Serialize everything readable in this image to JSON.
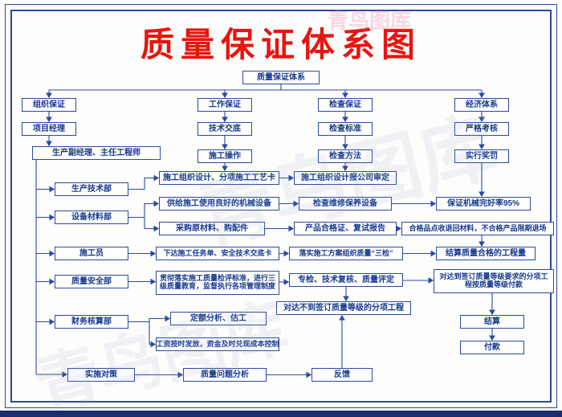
{
  "page": {
    "title": "质量保证体系图",
    "watermark": "青鸟图库"
  },
  "colors": {
    "line": "#2b4aa0",
    "node_text": "#16388c",
    "title_red": "#e8150f",
    "bottom_bar": "#1c2e6e"
  },
  "nodes": {
    "root": "质量保证体系",
    "org_header": "组织保证",
    "work_header": "工作保证",
    "check_header": "检查保证",
    "econ_header": "经济体系",
    "project_manager": "项目经理",
    "tech_disclosure": "技术交底",
    "check_standard": "检查标准",
    "strict_assessment": "严格考核",
    "deputy_manager": "生产副经理、主任工程师",
    "construction_operation": "施工操作",
    "check_method": "检查方法",
    "reward_punish": "实行奖罚",
    "prod_tech_dept": "生产技术部",
    "org_design": "施工组织设计、分项施工工艺卡",
    "design_approval": "施工组织设计报公司审定",
    "equip_dept": "设备材料部",
    "supply_equipment": "供给施工使用良好的机械设备",
    "maintain_equipment": "检查维修保养设备",
    "machine_rate": "保证机械完好率95%",
    "purchase": "采购原材料、购配件",
    "product_cert": "产品合格证、复试报告",
    "qualified_return": "合格品点收退回材料，不合格产品限期退场",
    "constructor": "施工员",
    "task_order": "下达施工任务单、安全技术交底卡",
    "three_checks": "落实施工方案组织质量“三检”",
    "settle_quantity": "结算质量合格的工程量",
    "quality_safety_dept": "质量安全部",
    "implement_standards": "贯彻落实施工质量检评标准，进行三级质量教育，监督执行各项管理制度",
    "special_check": "专检、技术复核、质量评定",
    "pay_by_grade": "对达到签订质量等级要求的分项工程按质量等级付款",
    "below_grade": "对达不到签订质量等级的分项工程",
    "finance_dept": "财务核算部",
    "quota_analysis": "定额分析、估工",
    "settlement": "结算",
    "wage_payment": "工资按时发放，资金及时兑现成本控制",
    "payment": "付款",
    "countermeasure": "实施对策",
    "quality_analysis": "质量问题分析",
    "feedback": "反馈"
  }
}
